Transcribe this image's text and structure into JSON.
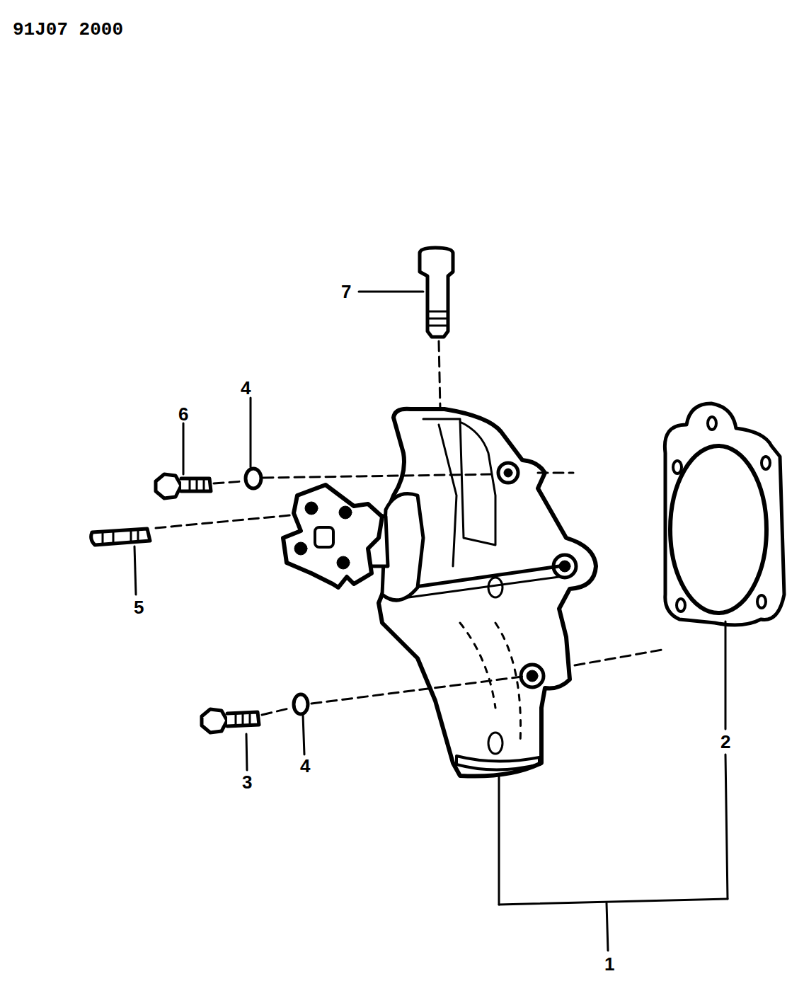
{
  "diagram": {
    "labels": [
      "91J07 2000",
      "7",
      "4",
      "6",
      "5",
      "3",
      "4",
      "2",
      "1"
    ]
  }
}
